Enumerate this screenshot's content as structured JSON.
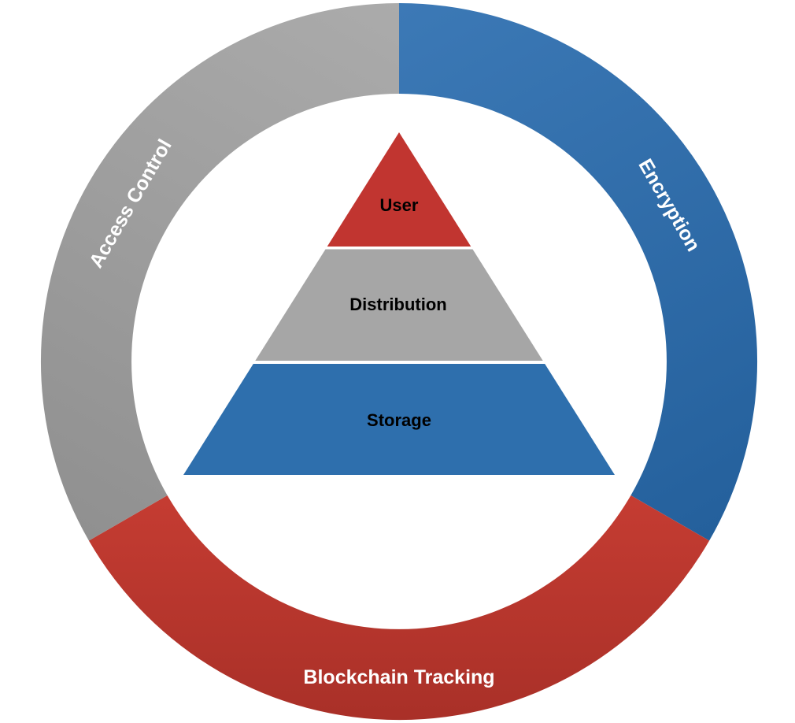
{
  "diagram": {
    "ring": {
      "segments": [
        {
          "id": "encryption",
          "label": "Encryption",
          "position": "right",
          "color_light": "#3C79B6",
          "color_dark": "#24609C"
        },
        {
          "id": "blockchain-tracking",
          "label": "Blockchain Tracking",
          "position": "bottom",
          "color_light": "#C53C32",
          "color_dark": "#A93028"
        },
        {
          "id": "access-control",
          "label": "Access Control",
          "position": "left",
          "color_light": "#ABABAB",
          "color_dark": "#909090"
        }
      ]
    },
    "pyramid": {
      "levels": [
        {
          "id": "user",
          "label": "User",
          "color": "#C13530"
        },
        {
          "id": "distribution",
          "label": "Distribution",
          "color": "#A6A6A6"
        },
        {
          "id": "storage",
          "label": "Storage",
          "color": "#2E6FAD"
        }
      ]
    }
  },
  "colors": {
    "ring_blue_light": "#3C79B6",
    "ring_blue_dark": "#24609C",
    "ring_red_light": "#C53C32",
    "ring_red_dark": "#A93028",
    "ring_gray_light": "#ABABAB",
    "ring_gray_dark": "#909090",
    "pyramid_red": "#C13530",
    "pyramid_gray": "#A6A6A6",
    "pyramid_blue": "#2E6FAD",
    "ring_label_text": "#FFFFFF",
    "pyramid_label_text": "#000000",
    "background": "#FFFFFF"
  }
}
